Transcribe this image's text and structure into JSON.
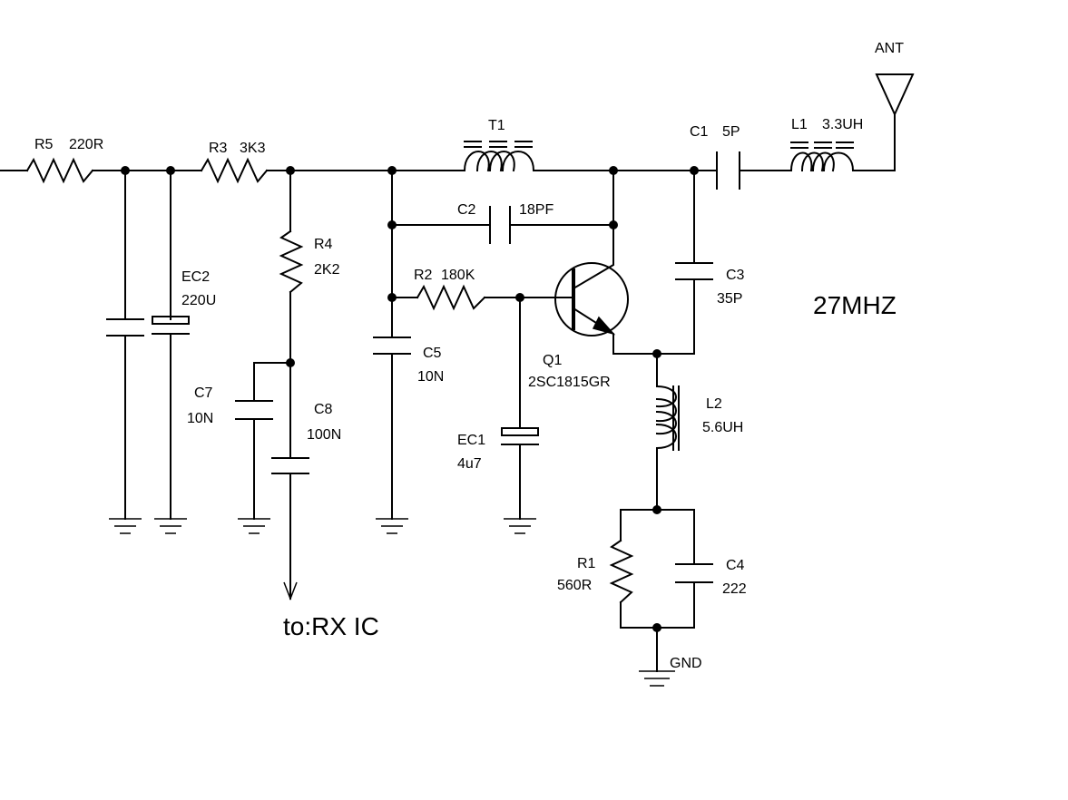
{
  "labels": {
    "r5": "R5",
    "r5_val": "220R",
    "r3": "R3",
    "r3_val": "3K3",
    "t1": "T1",
    "c1": "C1",
    "c1_val": "5P",
    "l1": "L1",
    "l1_val": "3.3UH",
    "ant": "ANT",
    "c2": "C2",
    "c2_val": "18PF",
    "r4": "R4",
    "r4_val": "2K2",
    "ec2": "EC2",
    "ec2_val": "220U",
    "r2": "R2",
    "r2_val": "180K",
    "c3": "C3",
    "c3_val": "35P",
    "freq": "27MHZ",
    "c5": "C5",
    "c5_val": "10N",
    "q1": "Q1",
    "q1_val": "2SC1815GR",
    "c7": "C7",
    "c7_val": "10N",
    "c8": "C8",
    "c8_val": "100N",
    "l2": "L2",
    "l2_val": "5.6UH",
    "ec1": "EC1",
    "ec1_val": "4u7",
    "r1": "R1",
    "r1_val": "560R",
    "c4": "C4",
    "c4_val": "222",
    "gnd": "GND",
    "rx": "to:RX IC"
  }
}
